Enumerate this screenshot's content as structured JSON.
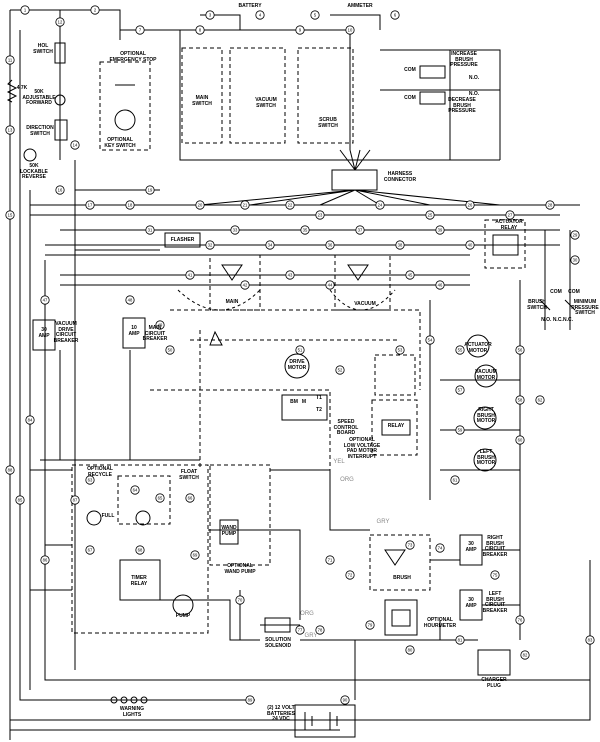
{
  "labels": {
    "battery": "BATTERY",
    "ammeter": "AMMETER",
    "hol_switch": "HOL\nSWITCH",
    "resistor_4k": "4.7K",
    "adj_forward": "50K\nADJUSTABLE\nFORWARD",
    "direction_switch": "DIRECTION\nSWITCH",
    "lockable_reverse": "50K\nLOCKABLE\nREVERSE",
    "emergency_stop": "OPTIONAL\nEMERGENCY STOP",
    "key_switch": "OPTIONAL\nKEY SWITCH",
    "main_switch": "MAIN\nSWITCH",
    "vacuum_switch": "VACUUM\nSWITCH",
    "scrub_switch": "SCRUB\nSWITCH",
    "increase_brush": "INCREASE\nBRUSH\nPRESSURE",
    "decrease_brush": "DECREASE\nBRUSH\nPRESSURE",
    "com1": "COM",
    "com2": "COM",
    "no1": "N.O.",
    "no2": "N.O.",
    "harness_connector": "HARNESS\nCONNECTOR",
    "flasher": "FLASHER",
    "actuator_relay": "ACTUATOR\nRELAY",
    "main_relay": "MAIN",
    "vacuum_relay": "VACUUM",
    "vac_breaker": "VACUUM\nDRIVE\nCIRCUIT\nBREAKER",
    "vac_breaker_amp": "30\nAMP",
    "main_breaker": "MAIN\nCIRCUIT\nBREAKER",
    "main_breaker_amp": "10\nAMP",
    "brush_switch": "BRUSH\nSWITCH",
    "min_pressure": "MINIMUM\nPRESSURE\nSWITCH",
    "com3": "COM",
    "com4": "COM",
    "nonc1": "N.O.  N.C.",
    "nc1": "N.C.",
    "actuator_motor": "ACTUATOR\nMOTOR",
    "vacuum_motor": "VACUUM\nMOTOR",
    "right_brush_motor": "RIGHT\nBRUSH\nMOTOR",
    "left_brush_motor": "LEFT\nBRUSH\nMOTOR",
    "drive_motor": "DRIVE\nMOTOR",
    "speed_control": "SPEED\nCONTROL\nBOARD",
    "t1": "T1",
    "t2": "T2",
    "bm": "BM",
    "m": "M",
    "low_voltage": "OPTIONAL\nLOW VOLTAGE\nPAD MOTOR\nINTERRUPT",
    "relay": "RELAY",
    "yel": "YEL",
    "org": "ORG",
    "gry1": "GRY",
    "gry2": "GRY",
    "org2": "ORG",
    "optional_recycle": "OPTIONAL\nRECYCLE",
    "float_switch": "FLOAT\nSWITCH",
    "full": "FULL",
    "wand_pump": "WAND\nPUMP",
    "optional_wand_pump": "OPTIONAL\nWAND PUMP",
    "timer_relay": "TIMER\nRELAY",
    "pump": "PUMP",
    "brush": "BRUSH",
    "right_breaker": "RIGHT\nBRUSH\nCIRCUIT\nBREAKER",
    "right_breaker_amp": "30\nAMP",
    "left_breaker": "LEFT\nBRUSH\nCIRCUIT\nBREAKER",
    "left_breaker_amp": "30\nAMP",
    "hourmeter": "OPTIONAL\nHOURMETER",
    "solution_solenoid": "SOLUTION\nSOLENOID",
    "charger_plug": "CHARGER\nPLUG",
    "warning_lights": "WARNING\nLIGHTS",
    "batteries": "(2) 12 VOLT\nBATTERIES\n24 VDC"
  },
  "wire_numbers": [
    "1",
    "2",
    "3",
    "4",
    "5",
    "6",
    "7",
    "8",
    "9",
    "10",
    "11",
    "12",
    "13",
    "14",
    "15",
    "16",
    "17",
    "18",
    "19",
    "20",
    "21",
    "22",
    "23",
    "24",
    "25",
    "26",
    "27",
    "28",
    "29",
    "30",
    "31",
    "32",
    "33",
    "34",
    "35",
    "36",
    "37",
    "38",
    "39",
    "40",
    "41",
    "42",
    "43",
    "44",
    "45",
    "46",
    "47",
    "48",
    "49",
    "50",
    "51",
    "52",
    "53",
    "54",
    "55",
    "56",
    "57",
    "58",
    "59",
    "60",
    "61",
    "62",
    "63",
    "64",
    "65",
    "66",
    "67",
    "68",
    "69",
    "70",
    "71",
    "72",
    "73",
    "74",
    "75",
    "76",
    "77",
    "78",
    "79",
    "80",
    "81",
    "82",
    "83",
    "84",
    "85",
    "86",
    "87",
    "88",
    "89",
    "90"
  ],
  "colors": {
    "line": "#000000",
    "background": "#ffffff",
    "wire_color_text": "#888888"
  }
}
